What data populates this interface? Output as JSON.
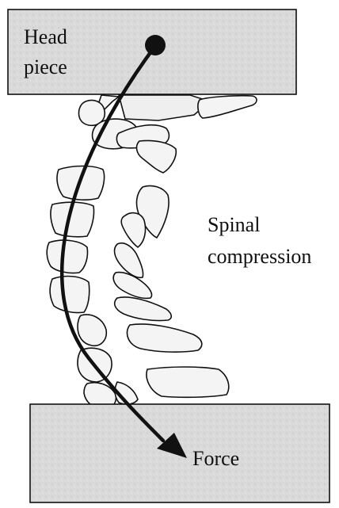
{
  "head_piece": {
    "line1": "Head",
    "line2": "piece"
  },
  "spinal_compression": {
    "line1": "Spinal",
    "line2": "compression"
  },
  "force": {
    "label": "Force"
  },
  "colors": {
    "plate_fill": "#dadada",
    "plate_stroke": "#111111",
    "vertebra_fill": "#f4f4f4",
    "vertebra_stroke": "#111111",
    "arrow": "#111111"
  },
  "icons": {
    "origin_marker": "filled-circle-icon",
    "arrow_head": "arrowhead-icon"
  }
}
